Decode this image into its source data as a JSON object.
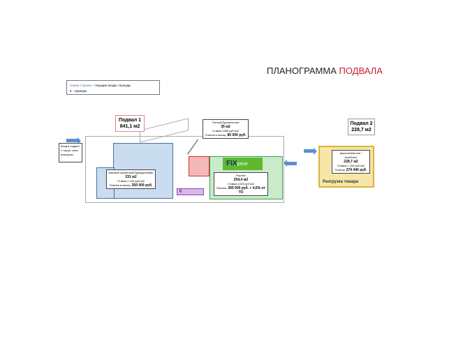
{
  "title": {
    "main": "ПЛАНОГРАММА",
    "accent": "ПОДВАЛА"
  },
  "legend": {
    "blue_arrow": "Синие стрелки",
    "blue_arrow_desc": " – текущие входы / выходы",
    "corners": "К - корнеры"
  },
  "basement1": {
    "name": "Подвал 1",
    "area": "841,1 м2"
  },
  "basement2": {
    "name": "Подвал 2",
    "area": "228,7 м2"
  },
  "entrance_note": "Вход в подвал с торца, зона разгрузки",
  "blue_zone": {
    "name": "Магазин косметики/Одежда/Обувь",
    "area": "231 м2",
    "rate": "Ставка 1 100 руб./м2",
    "payment_label": "Платеж в месяц:",
    "payment": "350 000 руб."
  },
  "red_zone": {
    "name": "Оптика/Турагентство",
    "area": "35 м2",
    "rate": "Ставка 2286 руб./м2",
    "payment_label": "Платеж в месяц:",
    "payment": "80 000 руб."
  },
  "green_zone": {
    "logo_main": "FIX",
    "logo_sub": "price",
    "name": "Fixprice",
    "area": "254,4 м2",
    "rate": "Ставка 1415 руб./м2",
    "payment_label": "Платеж:",
    "payment": "360 000 руб. + 4,5% от ТО"
  },
  "corner": "К",
  "yellow_zone": {
    "name": "Красное&Белое / DarkStore",
    "area": "228,7 м2",
    "rate": "Ставка 1 200 руб./м2",
    "payment_label": "Платеж:",
    "payment": "274 440 руб.",
    "unloading": "Разгрузка товара"
  },
  "colors": {
    "blue": "#c9dcf0",
    "red": "#f4b8b8",
    "green": "#c9ebc9",
    "yellow": "#f7e6a8",
    "purple": "#d9b8ec",
    "arrow": "#5a8fd0"
  }
}
